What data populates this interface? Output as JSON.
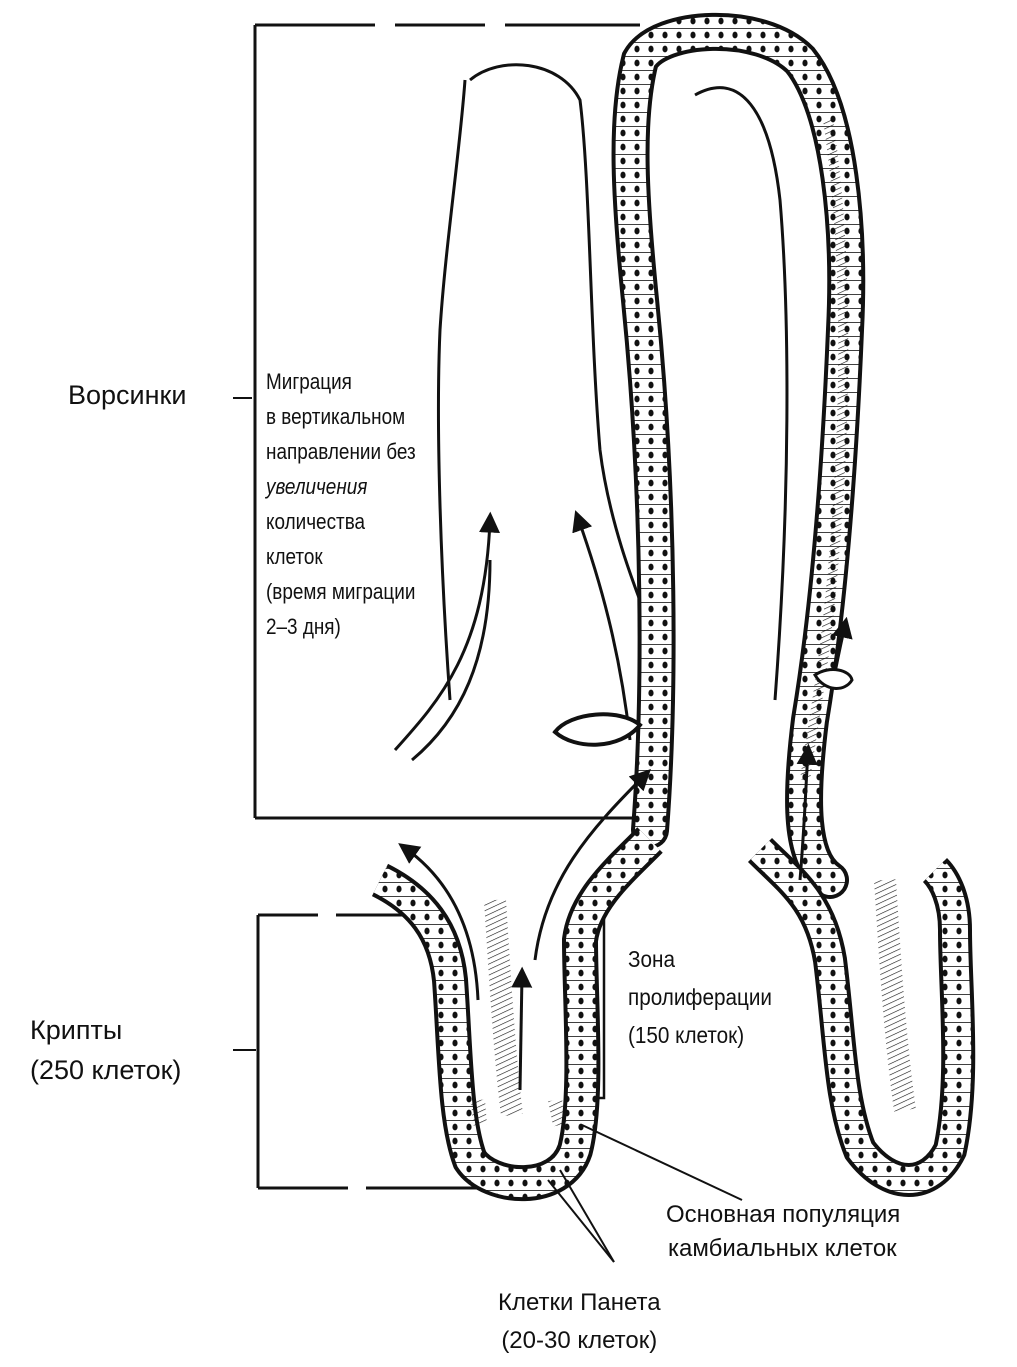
{
  "labels": {
    "villi": "Ворсинки",
    "migration_lines": [
      "Миграция",
      "в вертикальном",
      "направлении без",
      "увеличения",
      "количества",
      "клеток",
      "(время миграции",
      "2–3 дня)"
    ],
    "crypts": [
      "Крипты",
      "(250 клеток)"
    ],
    "proliferation_zone": [
      "Зона",
      "пролиферации",
      "(150 клеток)"
    ],
    "stem_cells": [
      "Основная популяция",
      "камбиальных клеток"
    ],
    "paneth_cells": [
      "Клетки Панета",
      "(20-30 клеток)"
    ]
  }
}
